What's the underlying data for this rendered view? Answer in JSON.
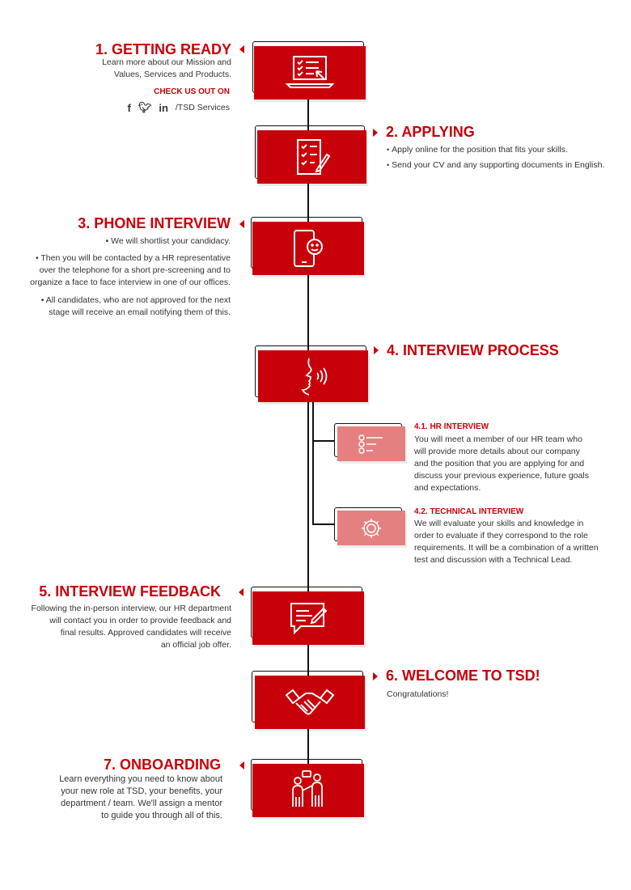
{
  "steps": [
    {
      "title": "1. GETTING READY",
      "desc": [
        "Learn more about our Mission and",
        "Values, Services and Products."
      ],
      "cta": "CHECK US OUT ON",
      "social_handle": "/TSD Services",
      "icon": "laptop-checklist-icon"
    },
    {
      "title": "2. APPLYING",
      "bullets": [
        "Apply online for the position that fits your skills.",
        "Send your CV and any supporting documents in English."
      ],
      "icon": "document-checklist-icon"
    },
    {
      "title": "3. PHONE INTERVIEW",
      "bullets": [
        [
          "We will shortlist your candidacy."
        ],
        [
          "Then you will be contacted by a HR representative",
          "over the telephone for a short pre-screening and to",
          "organize a face to face interview in one of our offices."
        ],
        [
          "All candidates, who are not approved for the next",
          "stage will receive an email notifying them of this."
        ]
      ],
      "icon": "smartphone-smiley-icon"
    },
    {
      "title": "4. INTERVIEW PROCESS",
      "icon": "speaking-head-icon",
      "sub": [
        {
          "title": "4.1. HR INTERVIEW",
          "lines": [
            "You will meet a member of our HR team who",
            "will provide more details about our company",
            "and the position that you are applying for and",
            "discuss your previous experience, future goals",
            "and expectations."
          ],
          "icon": "list-items-icon"
        },
        {
          "title": "4.2. TECHNICAL INTERVIEW",
          "lines": [
            "We will evaluate your skills and knowledge in",
            "order to evaluate if they correspond to the role",
            "requirements. It will be a combination of a written",
            "test and discussion with a Technical Lead."
          ],
          "icon": "gear-cog-icon"
        }
      ]
    },
    {
      "title": "5. INTERVIEW FEEDBACK",
      "desc": [
        "Following the in-person interview, our HR department",
        "will contact you in order to provide feedback and",
        "final results. Approved candidates will receive",
        "an official job offer."
      ],
      "icon": "speech-bubble-pen-icon"
    },
    {
      "title": "6. WELCOME TO TSD!",
      "desc": [
        "Congratulations!"
      ],
      "icon": "handshake-icon"
    },
    {
      "title": "7. ONBOARDING",
      "desc": [
        "Learn everything you need to know about",
        "your new role at TSD, your benefits, your",
        "department / team.  We'll assign a mentor",
        "to guide you through all of this."
      ],
      "icon": "mentor-people-icon"
    }
  ],
  "colors": {
    "accent": "#c8000a",
    "accent_light": "#e58080",
    "text": "#333333",
    "line": "#111111"
  }
}
